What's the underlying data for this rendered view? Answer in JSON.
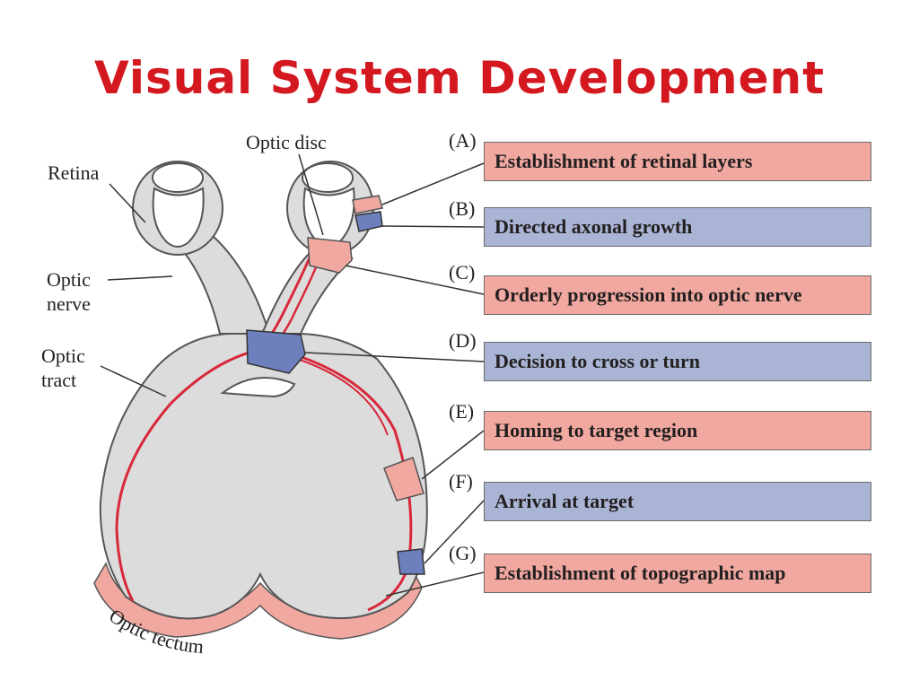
{
  "title": "Visual System Development",
  "labels": {
    "retina": "Retina",
    "optic_disc": "Optic disc",
    "optic_nerve_1": "Optic",
    "optic_nerve_2": "nerve",
    "optic_tract_1": "Optic",
    "optic_tract_2": "tract",
    "optic_tectum": "Optic tectum"
  },
  "stages": [
    {
      "letter": "(A)",
      "text": "Establishment of retinal layers",
      "color": "#f0a8a0"
    },
    {
      "letter": "(B)",
      "text": "Directed axonal growth",
      "color": "#aab5d6"
    },
    {
      "letter": "(C)",
      "text": "Orderly progression into optic nerve",
      "color": "#f0a8a0"
    },
    {
      "letter": "(D)",
      "text": "Decision to cross or turn",
      "color": "#aab5d6"
    },
    {
      "letter": "(E)",
      "text": "Homing to target region",
      "color": "#f0a8a0"
    },
    {
      "letter": "(F)",
      "text": "Arrival at target",
      "color": "#aab5d6"
    },
    {
      "letter": "(G)",
      "text": "Establishment of topographic map",
      "color": "#f0a8a0"
    }
  ],
  "colors": {
    "title": "#d4181f",
    "tissue": "#dcdcdd",
    "axon": "#d8283a",
    "pink_region": "#f0a8a0",
    "blue_region": "#6d80bd"
  }
}
